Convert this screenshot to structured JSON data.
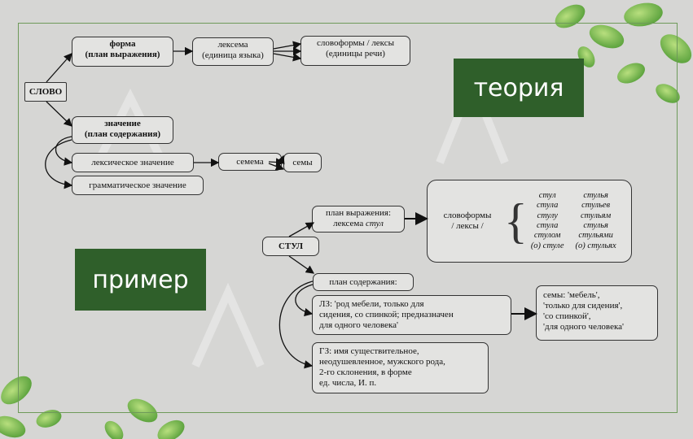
{
  "theory": {
    "badge": "теория",
    "slovo": "СЛОВО",
    "forma": {
      "line1": "форма",
      "line2": "(план выражения)"
    },
    "leksema": {
      "line1": "лексема",
      "line2": "(единица языка)"
    },
    "slovoformy": {
      "line1": "словоформы / лексы",
      "line2": "(единицы речи)"
    },
    "znachenie": {
      "line1": "значение",
      "line2": "(план содержания)"
    },
    "leks_znach": "лексическое значение",
    "gram_znach": "грамматическое значение",
    "semema": "семема",
    "semy": "семы"
  },
  "example": {
    "badge": "пример",
    "stul": "СТУЛ",
    "plan_vyr": {
      "line1": "план выражения:",
      "line2": "лексема",
      "word": "стул"
    },
    "slovoformy_box": {
      "line1": "словоформы",
      "line2": "/ лексы /"
    },
    "wordforms_sg": [
      "стул",
      "стула",
      "стулу",
      "стула",
      "стулом",
      "(о) стуле"
    ],
    "wordforms_pl": [
      "стулья",
      "стульев",
      "стульям",
      "стулья",
      "стульями",
      "(о) стульях"
    ],
    "plan_sod": "план содержания:",
    "lz": [
      "ЛЗ: 'род мебели, только для",
      "сидения, со спинкой; предназначен",
      "для одного человека'"
    ],
    "semy": [
      "семы: 'мебель',",
      "'только для сидения',",
      "'со спинкой',",
      "'для одного человека'"
    ],
    "gz": [
      "ГЗ: имя существительное,",
      "неодушевленное, мужского рода,",
      "2-го склонения, в форме",
      "ед. числа, И. п."
    ]
  },
  "colors": {
    "badge": "#2f5f2a",
    "frame": "#6e9a5a",
    "background": "#d6d6d4"
  }
}
